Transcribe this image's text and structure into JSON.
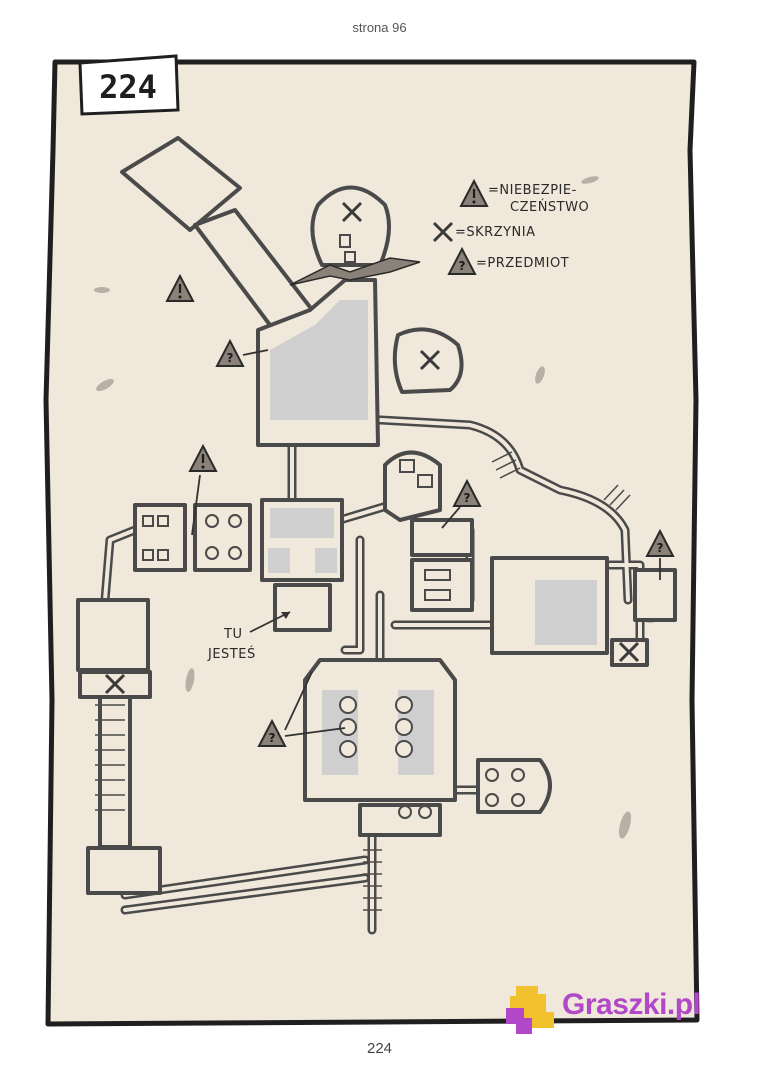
{
  "header": {
    "page_label": "strona 96"
  },
  "footer": {
    "page_number": "224"
  },
  "map": {
    "section_number": "224",
    "legend": {
      "danger_label_line1": "=NIEBEZPIE-",
      "danger_label_line2": "CZEŃSTWO",
      "chest_label": "=SKRZYNIA",
      "item_label": "=PRZEDMIOT"
    },
    "you_are_here_line1": "TU",
    "you_are_here_line2": "JESTEŚ",
    "colors": {
      "parchment": "#efe8db",
      "wall": "#4a4a4a",
      "floor_grey": "#cfcfcf",
      "marker": "#8a8178"
    }
  },
  "watermark": {
    "text": "Graszki.pl",
    "color": "#b248c9"
  }
}
